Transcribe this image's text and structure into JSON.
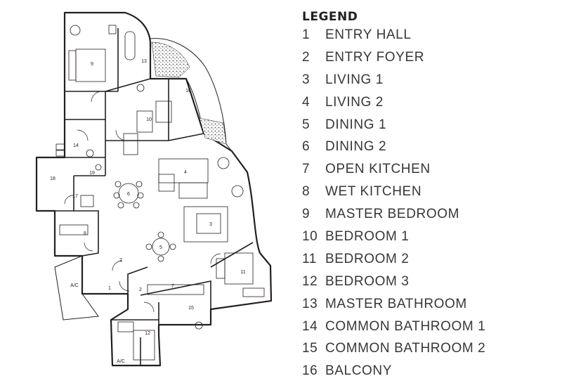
{
  "legend": {
    "title": "LEGEND",
    "items": [
      {
        "number": "1",
        "label": "ENTRY HALL"
      },
      {
        "number": "2",
        "label": "ENTRY FOYER"
      },
      {
        "number": "3",
        "label": "LIVING 1"
      },
      {
        "number": "4",
        "label": "LIVING 2"
      },
      {
        "number": "5",
        "label": "DINING 1"
      },
      {
        "number": "6",
        "label": "DINING 2"
      },
      {
        "number": "7",
        "label": "OPEN KITCHEN"
      },
      {
        "number": "8",
        "label": "WET KITCHEN"
      },
      {
        "number": "9",
        "label": "MASTER BEDROOM"
      },
      {
        "number": "10",
        "label": "BEDROOM 1"
      },
      {
        "number": "11",
        "label": "BEDROOM 2"
      },
      {
        "number": "12",
        "label": "BEDROOM 3"
      },
      {
        "number": "13",
        "label": "MASTER BATHROOM"
      },
      {
        "number": "14",
        "label": "COMMON BATHROOM 1"
      },
      {
        "number": "15",
        "label": "COMMON BATHROOM 2"
      },
      {
        "number": "16",
        "label": "BALCONY"
      }
    ]
  },
  "plan": {
    "room_numbers": {
      "r1": "1",
      "r2a": "2",
      "r2b": "2",
      "r3": "3",
      "r4": "4",
      "r5": "5",
      "r6": "6",
      "r7": "7",
      "r8": "8",
      "r9": "9",
      "r10": "10",
      "r11": "11",
      "r12": "12",
      "r13": "13",
      "r14": "14",
      "r15": "15",
      "r16": "16",
      "r17": "17",
      "r18": "18",
      "r19": "19"
    },
    "ac_label_upper": "A/C",
    "ac_label_lower": "A/C"
  }
}
